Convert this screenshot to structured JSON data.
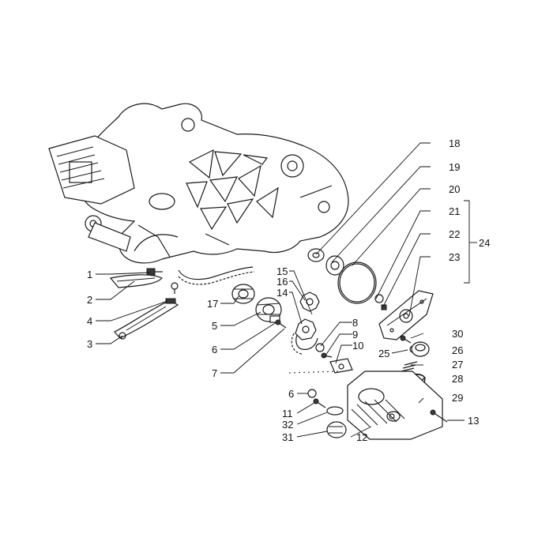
{
  "diagram": {
    "callout_labels": [
      "1",
      "2",
      "3",
      "4",
      "5",
      "6",
      "7",
      "8",
      "9",
      "10",
      "11",
      "12",
      "13",
      "14",
      "15",
      "16",
      "17",
      "18",
      "19",
      "20",
      "21",
      "22",
      "23",
      "24",
      "25",
      "26",
      "27",
      "28",
      "29",
      "30",
      "31",
      "32"
    ],
    "callout_count": 32
  }
}
